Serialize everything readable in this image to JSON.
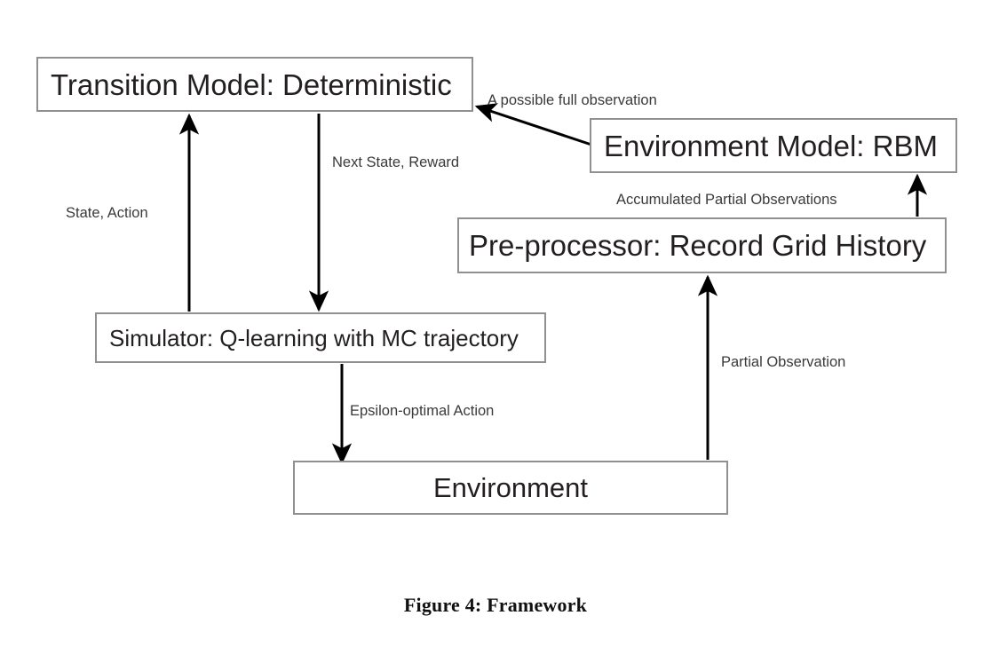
{
  "figure": {
    "caption": "Figure 4:  Framework",
    "background_color": "#ffffff",
    "box_border_color": "#8e9194",
    "text_color": "#231f20",
    "arrow_color": "#000000"
  },
  "nodes": [
    {
      "id": "transition-model",
      "label": "Transition Model: Deterministic"
    },
    {
      "id": "environment-model",
      "label": "Environment Model: RBM"
    },
    {
      "id": "pre-processor",
      "label": "Pre-processor: Record Grid History"
    },
    {
      "id": "simulator",
      "label": "Simulator: Q-learning with MC trajectory"
    },
    {
      "id": "environment",
      "label": "Environment"
    }
  ],
  "edges": [
    {
      "id": "simulator-to-transition",
      "label": "State, Action",
      "from": "simulator",
      "to": "transition-model"
    },
    {
      "id": "transition-to-simulator",
      "label": "Next State, Reward",
      "from": "transition-model",
      "to": "simulator"
    },
    {
      "id": "envmodel-to-transition",
      "label": "A possible full observation",
      "from": "environment-model",
      "to": "transition-model"
    },
    {
      "id": "preprocessor-to-envmodel",
      "label": "Accumulated Partial Observations",
      "from": "pre-processor",
      "to": "environment-model"
    },
    {
      "id": "environment-to-preprocessor",
      "label": "Partial Observation",
      "from": "environment",
      "to": "pre-processor"
    },
    {
      "id": "simulator-to-environment",
      "label": "Epsilon-optimal Action",
      "from": "simulator",
      "to": "environment"
    }
  ]
}
